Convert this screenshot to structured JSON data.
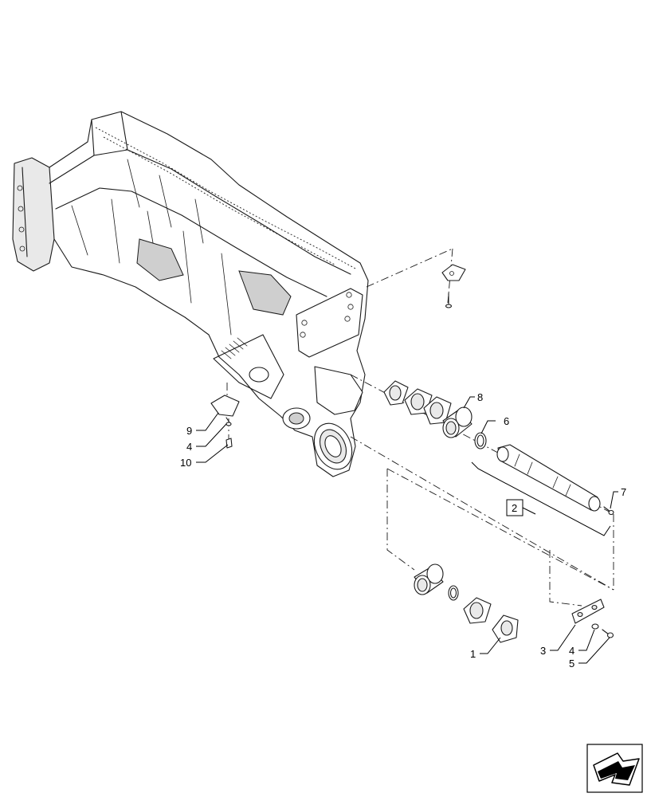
{
  "callouts": {
    "c1": "1",
    "c2": "2",
    "c3": "3",
    "c4a": "4",
    "c4b": "4",
    "c5": "5",
    "c6": "6",
    "c7": "7",
    "c8": "8",
    "c9": "9",
    "c10": "10"
  },
  "icons": {
    "nav": "page-navigation-arrow-icon"
  }
}
